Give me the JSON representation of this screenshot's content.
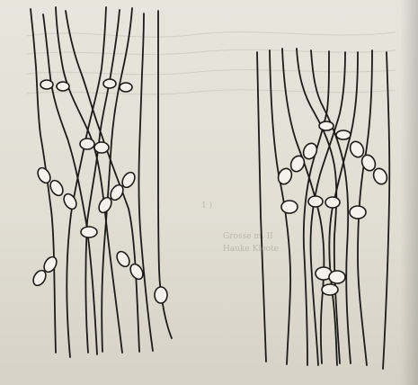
{
  "illustration": {
    "left_pattern": "macrame-cross-pattern",
    "right_pattern": "macrame-diamond-pattern"
  },
  "faded_text": {
    "figure_label": "1 )",
    "caption_line_1": "Grosse m. II",
    "caption_line_2": "Hauke Kloote",
    "caption_line_3": "",
    "bottom_note": ""
  },
  "colors": {
    "ink": "#1c1b18",
    "paper": "#e3e1d8",
    "knot_fill": "#f4f2ea"
  }
}
